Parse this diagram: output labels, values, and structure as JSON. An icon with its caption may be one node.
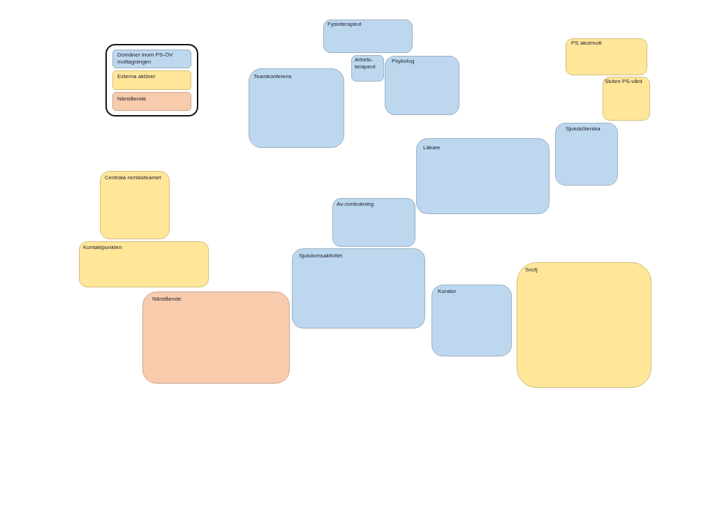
{
  "diagram": {
    "nodes": [
      {
        "text": [
          "Fysioterapeut"
        ]
      },
      {
        "text": [
          "Arbets- terapeut"
        ]
      },
      {
        "text": [
          "Psykolog"
        ]
      },
      {
        "text": [
          "PS akutmott"
        ]
      },
      {
        "text": [
          "Teamkonferens"
        ]
      },
      {
        "text": [
          "Sluten PS-vård"
        ]
      },
      {
        "text": [
          "Sjuksköterska"
        ]
      },
      {
        "text": [
          "Läkare"
        ]
      },
      {
        "text": [
          "Centrala remissteamet"
        ]
      },
      {
        "text": [
          "Av-/ombokning"
        ]
      },
      {
        "text": [
          "Kontaktpunkten"
        ]
      },
      {
        "text": [
          "Sjukdomsaktivitet"
        ]
      },
      {
        "text": [
          "Soctj"
        ]
      },
      {
        "text": [
          "Kurator"
        ]
      },
      {
        "text": [
          "Närstående"
        ]
      }
    ],
    "legend": [
      {
        "text": "Domäner inom PS-ÖV mottagningen",
        "color": "#bdd7ee"
      },
      {
        "text": "Externa aktörer",
        "color": "#ffe699"
      },
      {
        "text": "Närstående",
        "color": "#f8cbad"
      }
    ]
  }
}
